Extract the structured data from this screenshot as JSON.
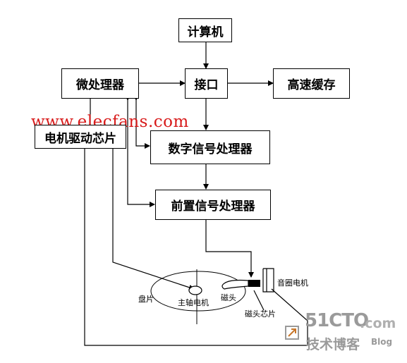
{
  "blocks": {
    "computer": "计算机",
    "microprocessor": "微处理器",
    "interface": "接口",
    "cache": "高速缓存",
    "motor_driver": "电机驱动芯片",
    "dsp": "数字信号处理器",
    "preamp": "前置信号处理器"
  },
  "labels": {
    "platter": "盘片",
    "spindle_motor": "主轴电机",
    "head": "磁头",
    "voice_coil_motor": "音圈电机",
    "head_chip": "磁头芯片"
  },
  "watermark": {
    "url": "www.elecfans.com",
    "logo_number": "51CTO",
    "logo_domain": ".com",
    "logo_subtitle": "技术博客",
    "logo_blog": "Blog"
  }
}
